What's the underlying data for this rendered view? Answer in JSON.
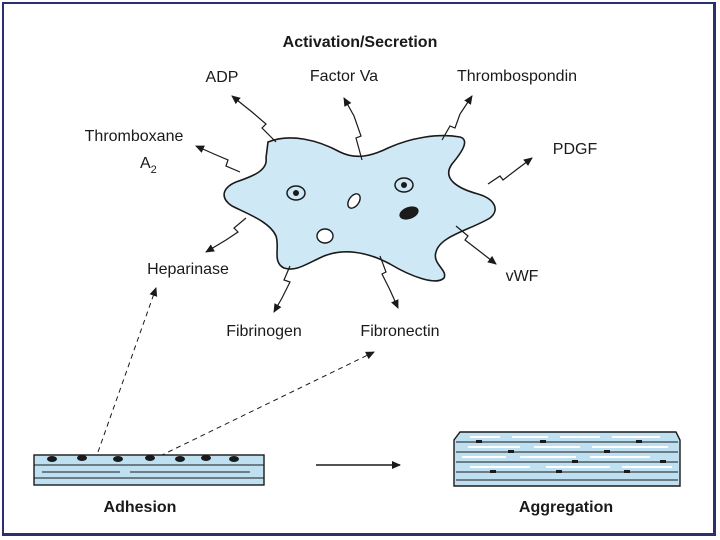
{
  "title": "Activation/Secretion",
  "labels": {
    "adp": "ADP",
    "factor_va": "Factor Va",
    "thrombospondin": "Thrombospondin",
    "thromboxane": "Thromboxane",
    "thromboxane_sub": "A",
    "thromboxane_subscript": "2",
    "pdgf": "PDGF",
    "heparinase": "Heparinase",
    "vwf": "vWF",
    "fibrinogen": "Fibrinogen",
    "fibronectin": "Fibronectin",
    "adhesion": "Adhesion",
    "aggregation": "Aggregation"
  },
  "colors": {
    "platelet_fill": "#cfe8f5",
    "outline": "#1a1a1a",
    "frame": "#2a2f6e",
    "layer_fill": "#bfe0f0"
  }
}
